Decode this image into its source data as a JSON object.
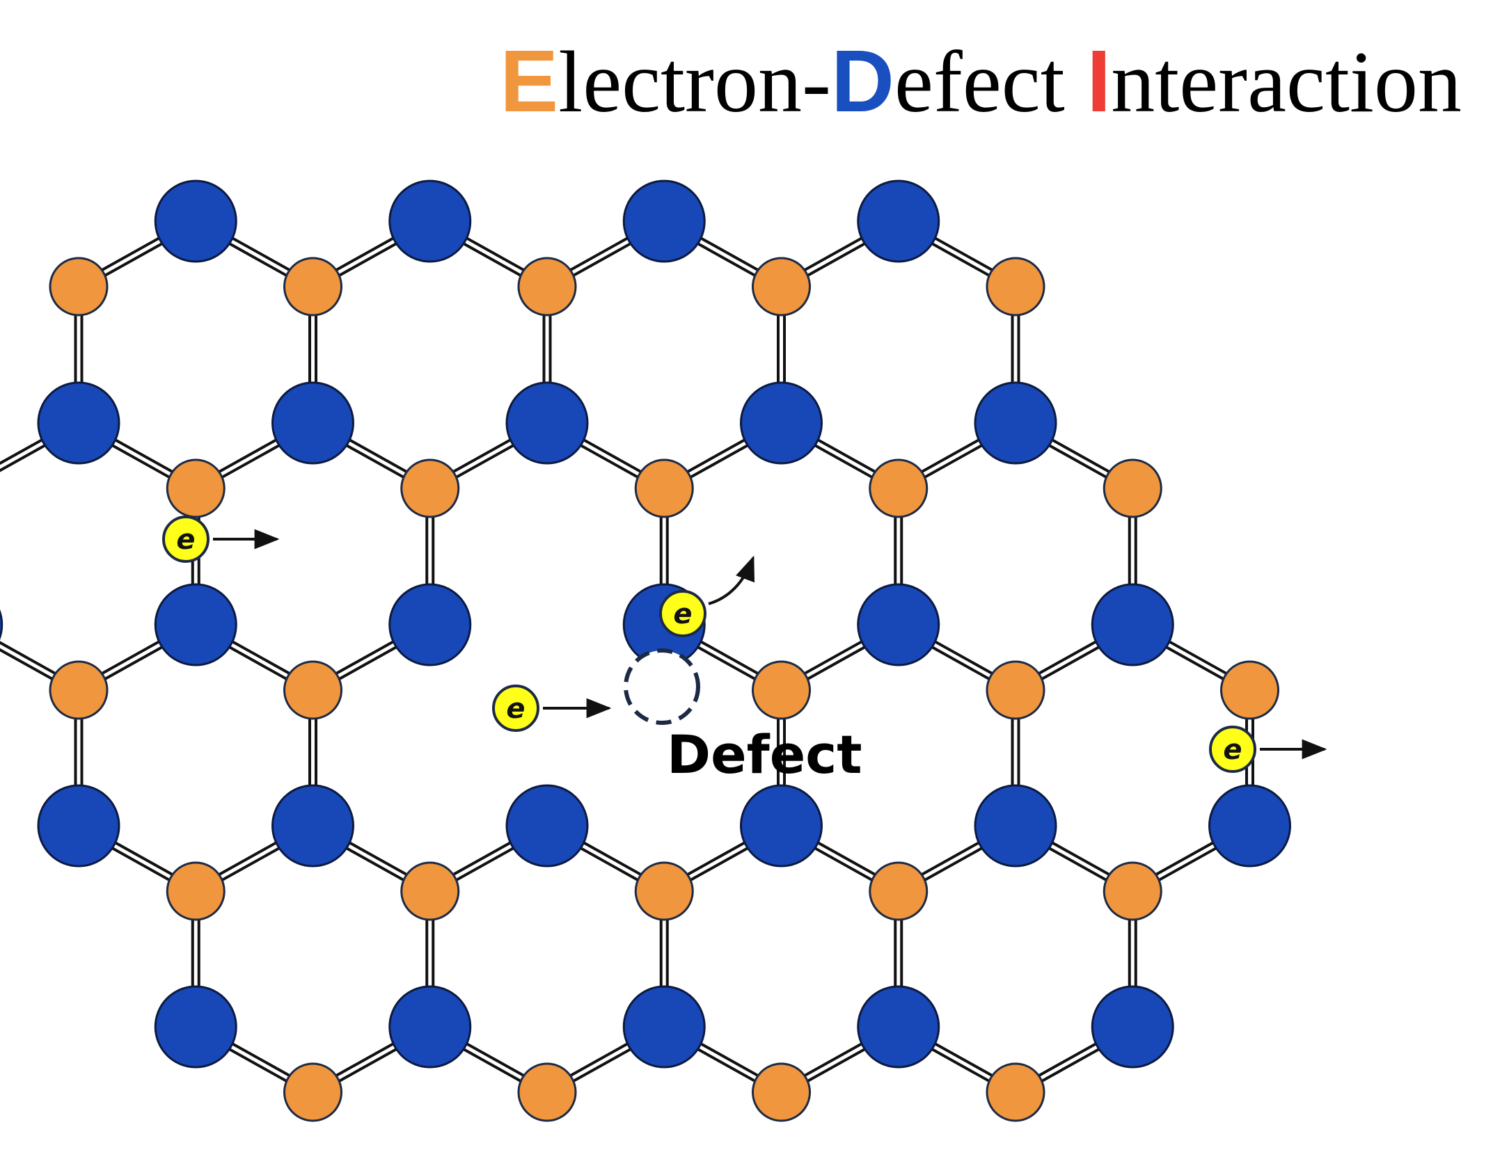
{
  "title": {
    "parts": [
      {
        "cap": "E",
        "rest": "lectron-"
      },
      {
        "cap": "D",
        "rest": "efect "
      },
      {
        "cap": "I",
        "rest": "nteraction"
      }
    ]
  },
  "defect_label": "Defect",
  "electron_symbol": "e",
  "colors": {
    "atom_a": "#1848b8",
    "atom_b": "#f0963e",
    "electron": "#ffff1a",
    "cap_E": "#f0963e",
    "cap_D": "#1a4fbf",
    "cap_I": "#ee3d36",
    "bond": "#111111"
  }
}
